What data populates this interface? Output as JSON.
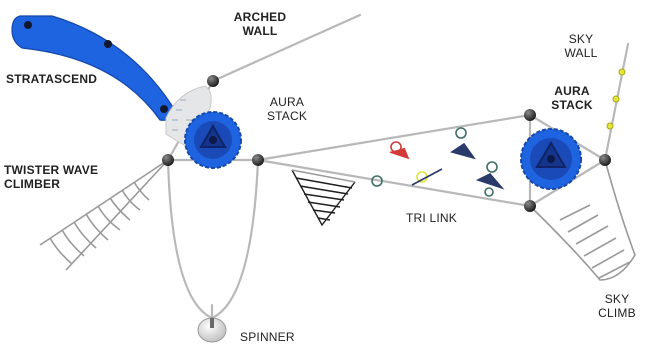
{
  "labels": {
    "stratascend": "STRATASCEND",
    "arched_wall": [
      "ARCHED",
      "WALL"
    ],
    "aura_stack_left": [
      "AURA",
      "STACK"
    ],
    "twister_wave": [
      "TWISTER WAVE",
      "CLIMBER"
    ],
    "sky_wall": [
      "SKY",
      "WALL"
    ],
    "aura_stack_right": [
      "AURA",
      "STACK"
    ],
    "tri_link": "TRI LINK",
    "spinner": "SPINNER",
    "sky_climb": [
      "SKY",
      "CLIMB"
    ]
  },
  "colors": {
    "accent_blue": "#1e64e0",
    "rope": "#b8b8b8",
    "node": "#3a3a3a",
    "net_red": "#d23a3a",
    "net_yellow": "#e4e43a",
    "net_navy": "#2a3a6a",
    "net_teal": "#3e6e66"
  }
}
